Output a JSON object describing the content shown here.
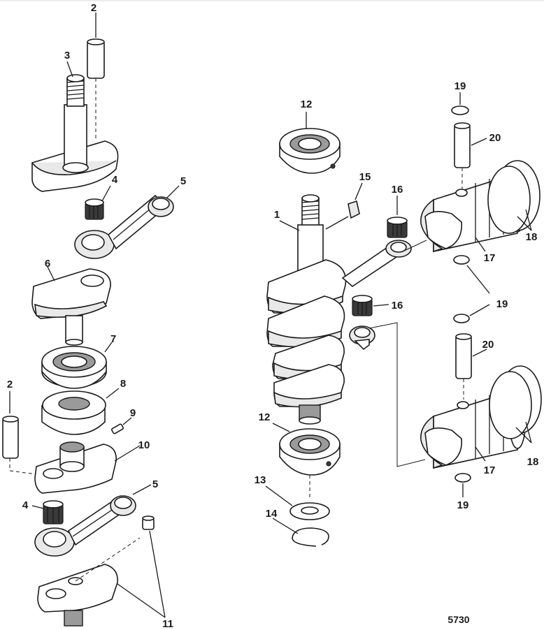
{
  "figure_id": "5730",
  "callouts": {
    "c1": "1",
    "c2a": "2",
    "c2b": "2",
    "c3": "3",
    "c4a": "4",
    "c4b": "4",
    "c5a": "5",
    "c5b": "5",
    "c6": "6",
    "c7": "7",
    "c8": "8",
    "c9": "9",
    "c10": "10",
    "c11": "11",
    "c12a": "12",
    "c12b": "12",
    "c13": "13",
    "c14": "14",
    "c15": "15",
    "c16a": "16",
    "c16b": "16",
    "c17a": "17",
    "c17b": "17",
    "c18a": "18",
    "c18b": "18",
    "c19a": "19",
    "c19b": "19",
    "c19c": "19",
    "c20a": "20",
    "c20b": "20"
  },
  "colors": {
    "ink": "#1a1a1a",
    "paper": "#ffffff",
    "shade": "#9a9a9a"
  }
}
